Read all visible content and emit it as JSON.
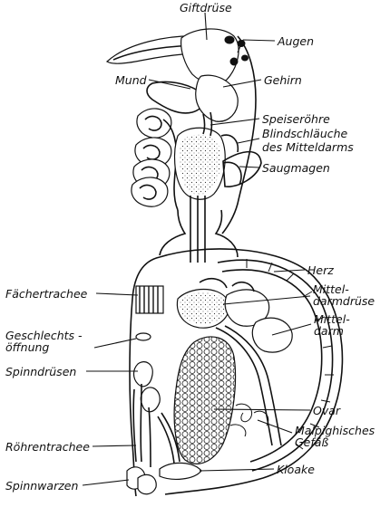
{
  "labels": {
    "giftdruese": "Giftdrüse",
    "augen": "Augen",
    "mund": "Mund",
    "gehirn": "Gehirn",
    "speiseroehre": "Speiseröhre",
    "blindschlaeuche_1": "Blindschläuche",
    "blindschlaeuche_2": "des Mitteldarms",
    "saugmagen": "Saugmagen",
    "herz": "Herz",
    "faechertrachee": "Fächertrachee",
    "mitteldarmdruese": "Mittel-\ndarmdrüse",
    "mitteldarm": "Mittel-\ndarm",
    "geschlechtsoeffnung": "Geschlechts -\nöffnung",
    "spinndruesen": "Spinndrüsen",
    "ovar": "Ovar",
    "malpighisches_gefaess": "Malpighisches\nGefäß",
    "roehrentrachee": "Röhrentrachee",
    "kloake": "Kloake",
    "spinnwarzen": "Spinnwarzen"
  }
}
